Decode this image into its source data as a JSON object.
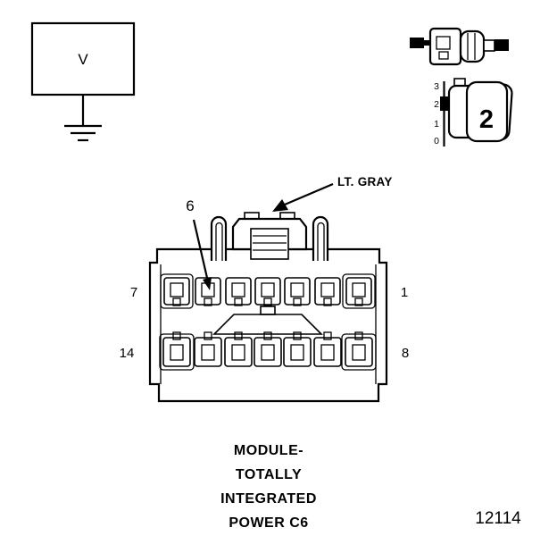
{
  "voltmeter": {
    "label": "V"
  },
  "gauge": {
    "ticks": [
      "3",
      "2",
      "1",
      "0"
    ],
    "size_label": "2"
  },
  "connector": {
    "color_label": "LT. GRAY",
    "cavity_callout": "6",
    "pins": {
      "top_left": "7",
      "top_right": "1",
      "bottom_left": "14",
      "bottom_right": "8"
    },
    "caption": [
      "MODULE-",
      "TOTALLY",
      "INTEGRATED",
      "POWER C6"
    ]
  },
  "figure_number": "12114"
}
